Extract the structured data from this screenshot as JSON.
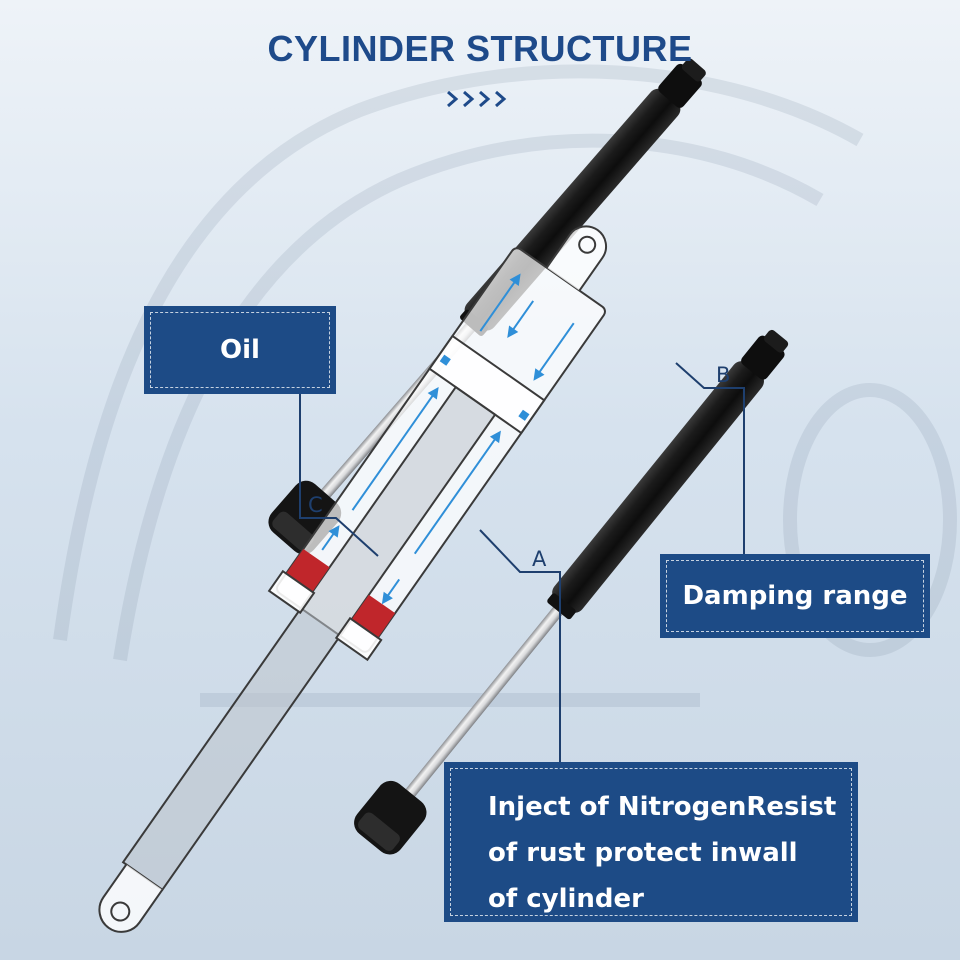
{
  "title": "CYLINDER STRUCTURE",
  "labels": {
    "oil": "Oil",
    "damping": "Damping range",
    "nitrogen_lines": [
      "Inject of NitrogenResist",
      "of rust protect inwall",
      "of cylinder"
    ]
  },
  "markers": {
    "a": "A",
    "b": "B",
    "c": "C"
  },
  "colors": {
    "title": "#1e4a8a",
    "label_box": "#1d4b86",
    "label_text": "#ffffff",
    "arrows": "#2f8fd8",
    "seal": "#c0262b",
    "strut_body": "#1a1a1a"
  }
}
